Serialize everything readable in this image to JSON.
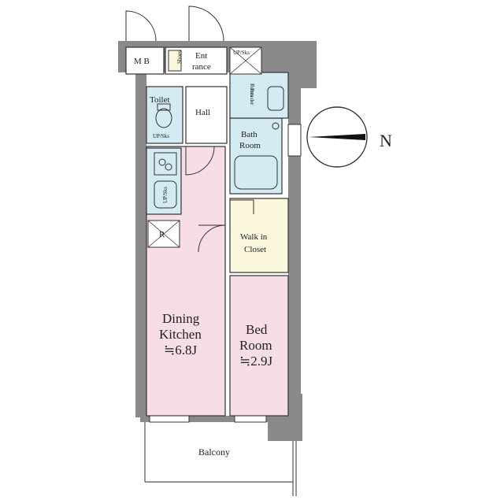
{
  "rooms": {
    "mb": "M B",
    "shoe": "Shoes",
    "entrance_1": "Ent",
    "entrance_2": "rance",
    "ps": "UP/Sks",
    "toilet": "Toilet",
    "toilet_ps": "UP/Sks",
    "hall": "Hall",
    "powder_1": "Powder",
    "powder_2": "Room",
    "bath_1": "Bath",
    "bath_2": "Room",
    "wm": "UP/Sks",
    "fridge": "R",
    "walkin_1": "Walk in",
    "walkin_2": "Closet",
    "dk_1": "Dining",
    "dk_2": "Kitchen",
    "dk_3": "≒6.8J",
    "bed_1": "Bed",
    "bed_2": "Room",
    "bed_3": "≒2.9J",
    "balcony": "Balcony"
  },
  "compass": {
    "north_label": "N"
  },
  "colors": {
    "wall": "#8a8a8a",
    "dining_kitchen": "#f6dde6",
    "bedroom": "#f6dde6",
    "wet_area": "#d4ebf3",
    "closet": "#fbf7dc",
    "outline": "#333333"
  }
}
